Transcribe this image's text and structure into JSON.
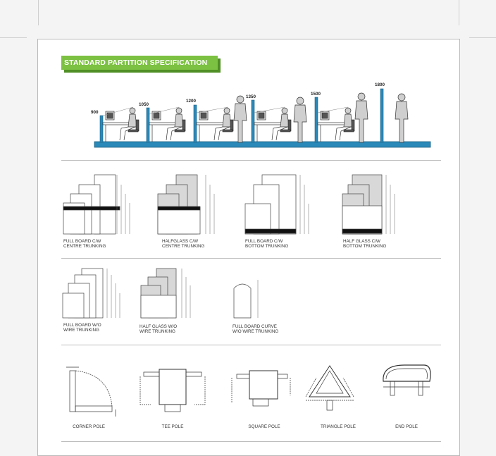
{
  "title": "STANDARD PARTITION SPECIFICATION",
  "heights": [
    "900",
    "1050",
    "1200",
    "1350",
    "1500",
    "1800"
  ],
  "row1": [
    {
      "line1": "FULL BOARD C/W",
      "line2": "CENTRE TRUNKING"
    },
    {
      "line1": "HALFGLASS C/W",
      "line2": "CENTRE TRUNKING"
    },
    {
      "line1": "FULL BOARD C/W",
      "line2": "BOTTOM TRUNKING"
    },
    {
      "line1": "HALF GLASS C/W",
      "line2": "BOTTOM TRUNKING"
    }
  ],
  "row2": [
    {
      "line1": "FULL BOARD W/O",
      "line2": "WIRE TRUNKING"
    },
    {
      "line1": "HALF GLASS W/O",
      "line2": "WIRE TRUNKING"
    },
    {
      "line1": "FULL BOARD CURVE",
      "line2": "W/O WIRE TRUNKING"
    }
  ],
  "poles": [
    "CORNER POLE",
    "TEE POLE",
    "SQUARE POLE",
    "TRIANGLE POLE",
    "END POLE"
  ],
  "colors": {
    "accent": "#7cc142",
    "partition": "#2a89b8"
  }
}
